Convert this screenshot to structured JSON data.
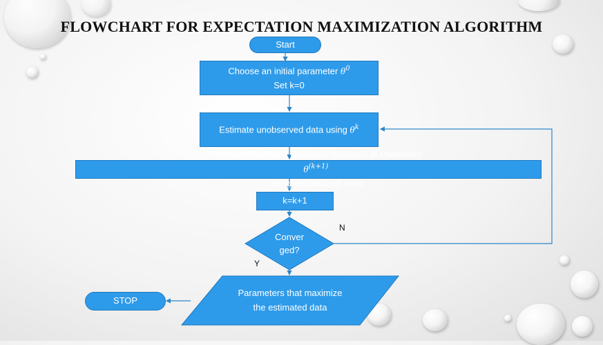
{
  "title": "FLOWCHART FOR EXPECTATION MAXIMIZATION ALGORITHM",
  "nodes": {
    "start": "Start",
    "init_line1_text": "Choose an initial parameter",
    "init_line1_math": "θ",
    "init_line1_sup": "0",
    "init_line2": "Set k=0",
    "estimate_text": "Estimate unobserved data using",
    "estimate_math": "θ",
    "estimate_sup": "k",
    "compute_text": "Compute Maximum likelihood  Estimate of Parameter",
    "compute_math": "θ",
    "compute_sup": "(k+1)",
    "compute_tail": "using estimated data",
    "increment": "k=k+1",
    "decision_line1": "Conver",
    "decision_line2": "ged?",
    "output_line1": "Parameters that maximize",
    "output_line2": "the estimated data",
    "stop": "STOP"
  },
  "edge_labels": {
    "no": "N",
    "yes": "Y"
  },
  "colors": {
    "node_fill": "#2e9bea",
    "node_border": "#1f78c0",
    "connector": "#2e86c8"
  }
}
